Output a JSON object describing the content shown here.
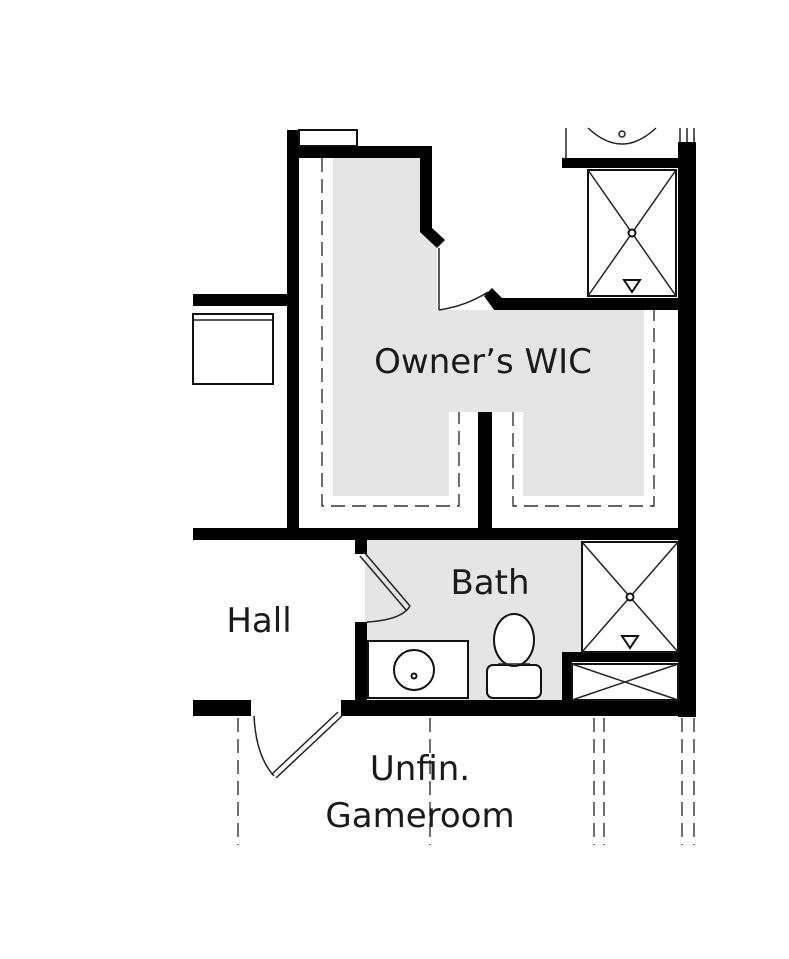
{
  "rooms": {
    "owners_wic": "Owner’s WIC",
    "bath": "Bath",
    "hall": "Hall",
    "unfinished_gameroom_line1": "Unfin.",
    "unfinished_gameroom_line2": "Gameroom"
  },
  "colors": {
    "wall": "#000000",
    "finished_floor": "#e4e5e4",
    "background": "#ffffff"
  }
}
